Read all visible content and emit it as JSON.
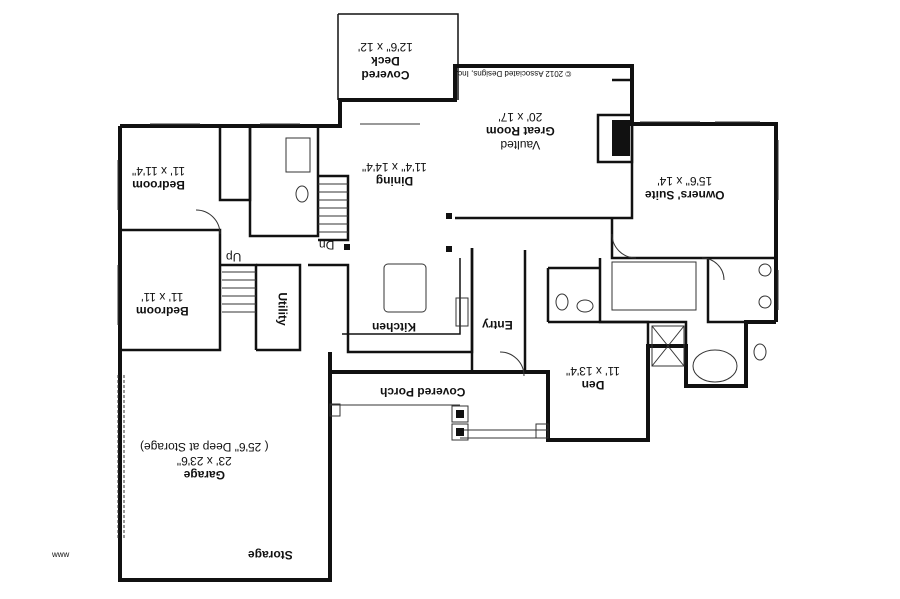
{
  "watermark": "www",
  "copyright": "© 2012 Associated Designs, Inc.",
  "rooms": {
    "covered_deck": {
      "name": "Covered Deck",
      "line1": "Covered",
      "line2": "Deck",
      "dims": "12'6\" x 12'"
    },
    "vaulted_great_room": {
      "line1": "Vaulted",
      "line2": "Great Room",
      "dims": "20' x 17'"
    },
    "dining": {
      "name": "Dining",
      "dims": "11'4\" x 14'4\""
    },
    "bedroom_1": {
      "name": "Bedroom",
      "dims": "11' x 11'4\""
    },
    "bedroom_2": {
      "name": "Bedroom",
      "dims": "11' x 11'"
    },
    "owners_suite": {
      "name": "Owners' Suite",
      "dims": "15'6\" x 14'"
    },
    "kitchen": {
      "name": "Kitchen"
    },
    "utility": {
      "name": "Utility"
    },
    "entry": {
      "name": "Entry"
    },
    "den": {
      "name": "Den",
      "dims": "11' x 13'4\""
    },
    "covered_porch": {
      "name": "Covered Porch"
    },
    "garage": {
      "name": "Garage",
      "dims": "23' x 23'6\"",
      "note": "( 25'6\" Deep at Storage)"
    },
    "storage": {
      "name": "Storage"
    }
  },
  "stairs": {
    "up": "Up",
    "dn": "Dn"
  },
  "colors": {
    "wall": "#111111",
    "paper": "#ffffff",
    "fixture": "#333333"
  }
}
